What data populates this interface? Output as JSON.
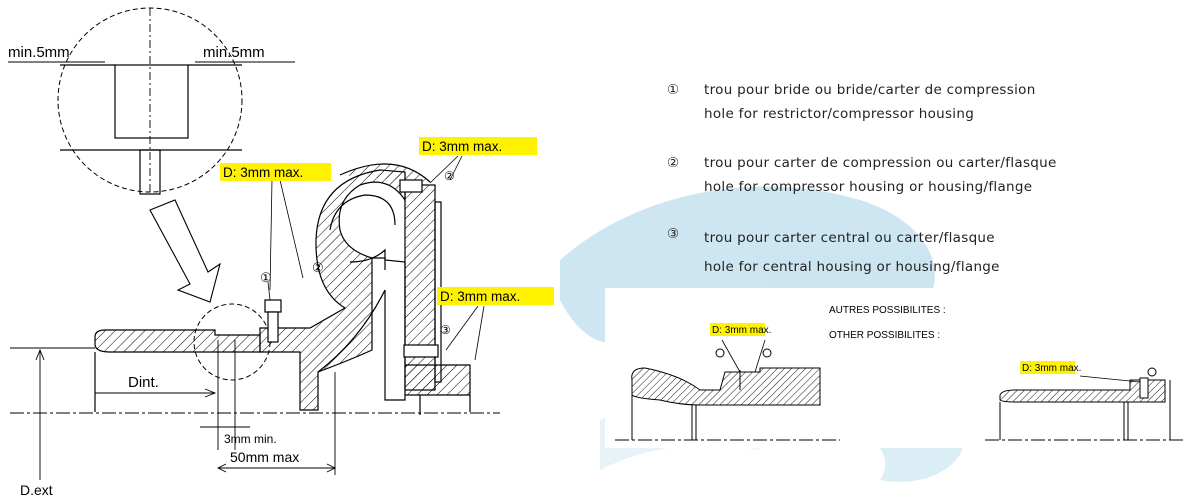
{
  "colors": {
    "highlight": "#fff200",
    "line": "#000000",
    "watermark": "#6fb7d6"
  },
  "detail": {
    "min_left": "min.5mm",
    "min_right": "min.5mm"
  },
  "dims": {
    "d_ext": "D.ext",
    "d_int": "Dint.",
    "min3": "3mm min.",
    "max50": "50mm max",
    "callout_a": "D: 3mm max.",
    "callout_b": "D: 3mm max.",
    "callout_c": "D: 3mm max."
  },
  "markers": {
    "m1": "①",
    "m2": "②",
    "m3": "③"
  },
  "legend": [
    {
      "marker": "①",
      "fr": "trou pour bride ou bride/carter de compression",
      "en": "hole for restrictor/compressor housing"
    },
    {
      "marker": "②",
      "fr": "trou pour carter de compression ou carter/flasque",
      "en": "hole for compressor housing or housing/flange"
    },
    {
      "marker": "③",
      "fr": "trou pour carter central ou carter/flasque",
      "en": "hole for central housing or housing/flange"
    }
  ],
  "other": {
    "title_fr": "AUTRES POSSIBILITES :",
    "title_en": "OTHER POSSIBILITES :",
    "callout_1": "D: 3mm max.",
    "callout_2": "D: 3mm max."
  }
}
